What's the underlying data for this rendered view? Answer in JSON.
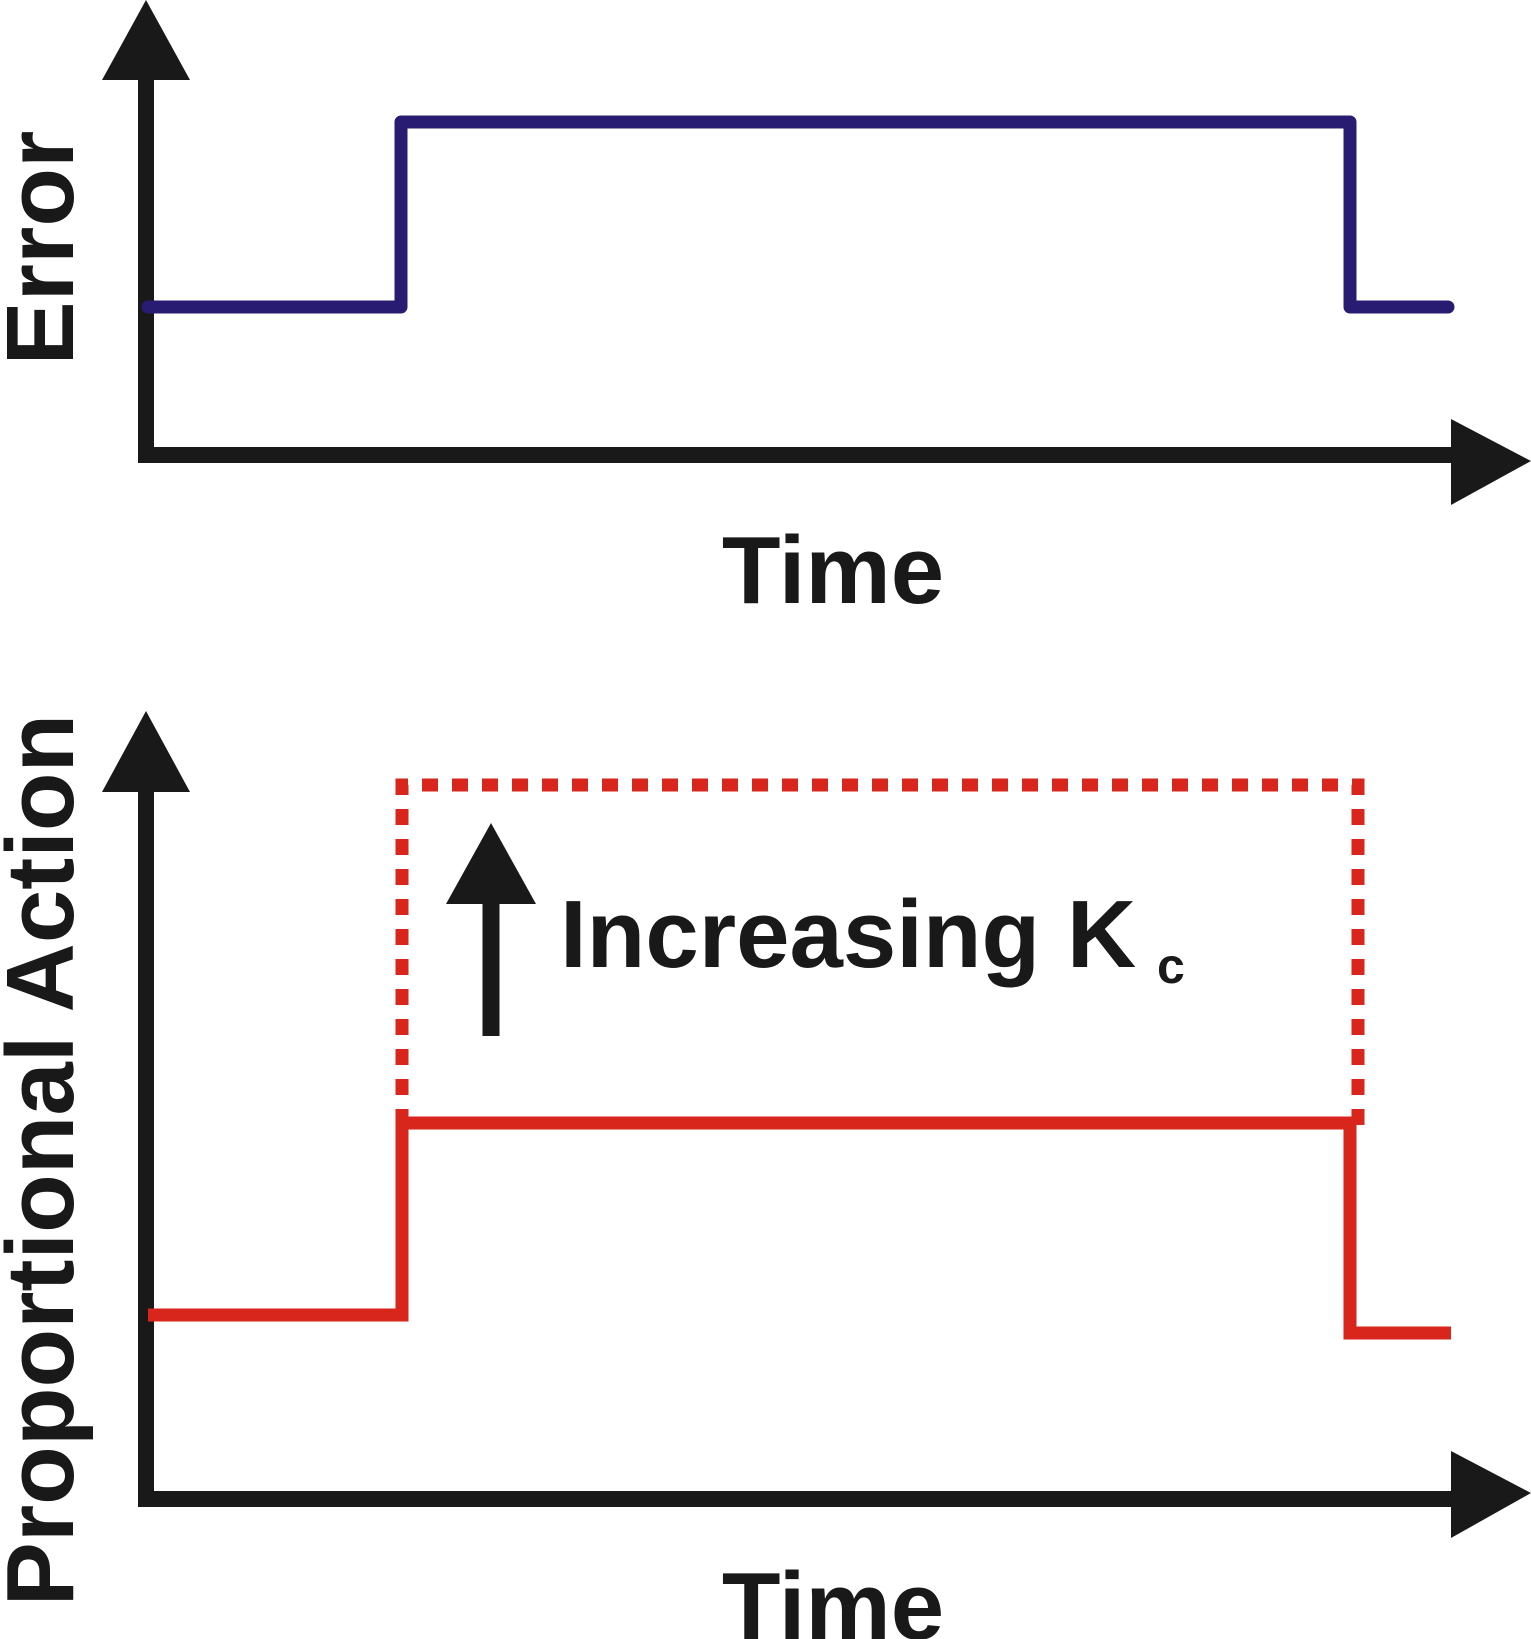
{
  "colors": {
    "axis": "#1a1919",
    "error_line": "#281c72",
    "action_line": "#d9261c",
    "background": "#ffffff"
  },
  "top_plot": {
    "y_label": "Error",
    "x_label": "Time"
  },
  "bottom_plot": {
    "y_label": "Proportional Action",
    "x_label": "Time",
    "annotation_main": "Increasing K",
    "annotation_sub": "c"
  }
}
